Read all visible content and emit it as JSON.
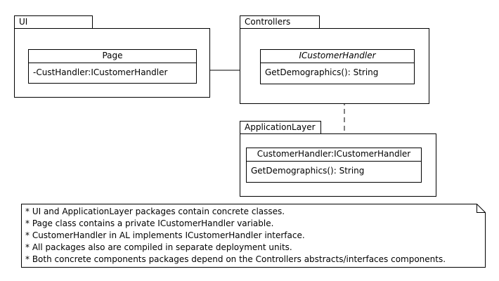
{
  "packages": {
    "ui": {
      "name": "UI",
      "page_class": {
        "name": "Page",
        "attribute": "-CustHandler:ICustomerHandler"
      }
    },
    "controllers": {
      "name": "Controllers",
      "interface": {
        "name": "ICustomerHandler",
        "operation": "GetDemographics(): String"
      }
    },
    "application_layer": {
      "name": "ApplicationLayer",
      "impl_class": {
        "name": "CustomerHandler:ICustomerHandler",
        "operation": "GetDemographics(): String"
      }
    }
  },
  "note": {
    "lines": [
      "* UI and ApplicationLayer packages contain concrete classes.",
      "* Page class contains a private ICustomerHandler variable.",
      "* CustomerHandler in AL implements ICustomerHandler interface.",
      "* All packages also are compiled in separate deployment units.",
      "* Both concrete components packages depend on the Controllers abstracts/interfaces components."
    ]
  }
}
